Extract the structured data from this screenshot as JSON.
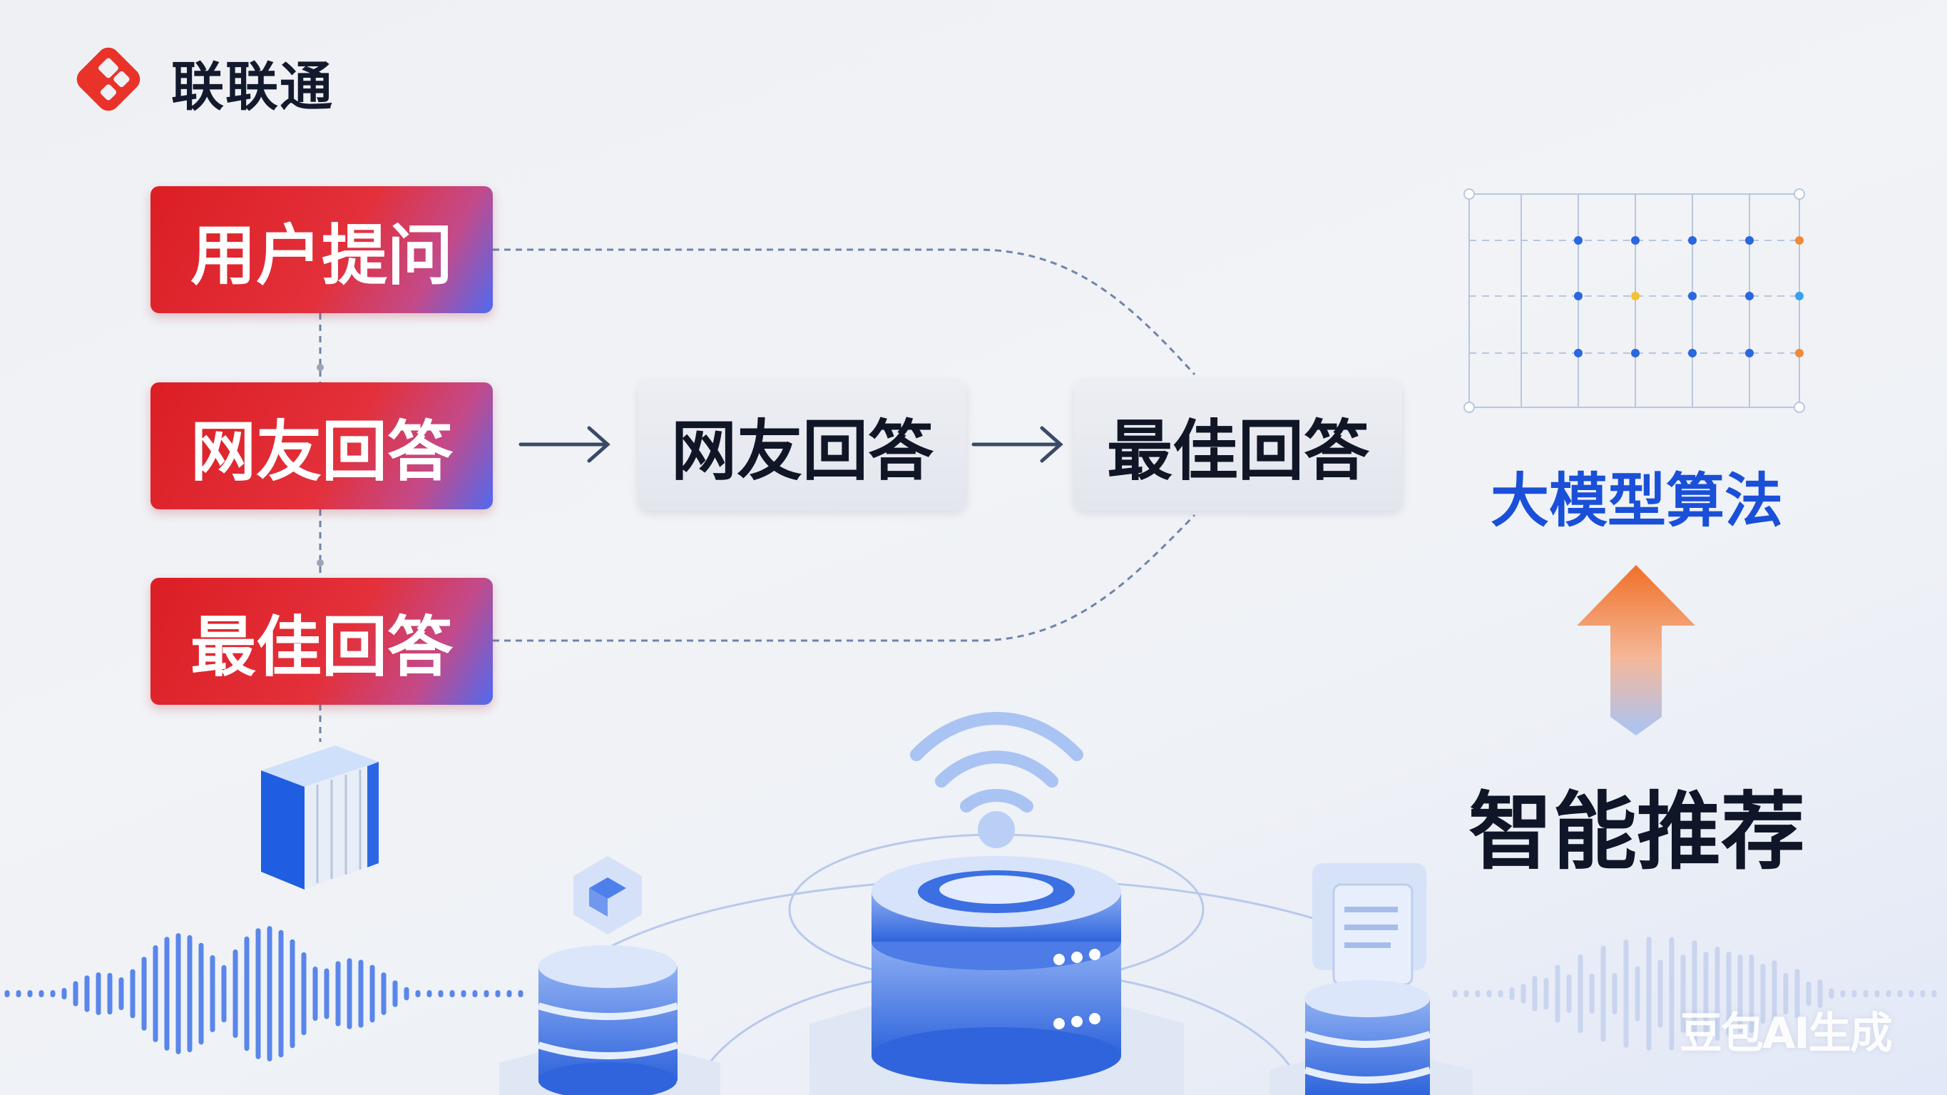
{
  "brand": {
    "name": "联联通",
    "logo_color": "#e8322a"
  },
  "flow": {
    "left_steps": [
      {
        "label": "用户提问"
      },
      {
        "label": "网友回答"
      },
      {
        "label": "最佳回答"
      }
    ],
    "middle_steps": [
      {
        "label": "网友回答"
      },
      {
        "label": "最佳回答"
      }
    ]
  },
  "algorithm": {
    "label": "大模型算法",
    "color": "#1a4fd8"
  },
  "recommendation": {
    "label": "智能推荐",
    "arrow_colors": [
      "#f07a2e",
      "#a8c4f5"
    ]
  },
  "watermark": "豆包AI生成",
  "icons": [
    "logo-icon",
    "arrow-right-icon",
    "book-icon",
    "grid-network-icon",
    "arrow-up-icon",
    "wifi-icon",
    "database-server-icon",
    "document-icon",
    "cube-icon",
    "waveform-icon"
  ]
}
